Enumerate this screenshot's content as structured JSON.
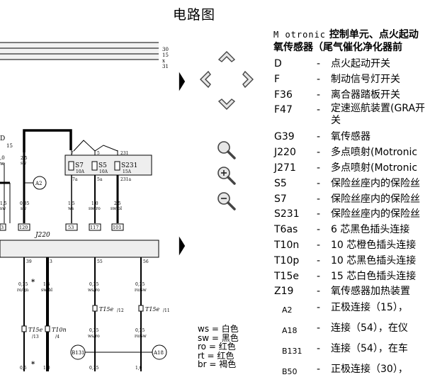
{
  "title": "电路图",
  "legend_title_prefix": "M otronic",
  "legend_title_rest": " 控制单元、点火起动",
  "legend_title_line2": "氧传感器（尾气催化净化器前",
  "legend": [
    {
      "code": "D",
      "desc": "点火起动开关"
    },
    {
      "code": "F",
      "desc": "制动信号灯开关"
    },
    {
      "code": "F36",
      "desc": "离合器踏板开关"
    },
    {
      "code": "F47",
      "desc": "定速巡航装置(GRA开关"
    },
    {
      "code": "G39",
      "desc": "氧传感器"
    },
    {
      "code": "J220",
      "desc": "多点喷射(Motronic"
    },
    {
      "code": "J271",
      "desc": "多点喷射(Motronic"
    },
    {
      "code": "S5",
      "desc": "保险丝座内的保险丝"
    },
    {
      "code": "S7",
      "desc": "保险丝座内的保险丝"
    },
    {
      "code": "S231",
      "desc": "保险丝座内的保险丝"
    },
    {
      "code": "T6as",
      "desc": "6 芯黑色插头连接"
    },
    {
      "code": "T10n",
      "desc": "10 芯橙色插头连接"
    },
    {
      "code": "T10p",
      "desc": "10 芯黑色插头连接"
    },
    {
      "code": "T15e",
      "desc": "15 芯白色插头连接"
    },
    {
      "code": "Z19",
      "desc": "氧传感器加热装置"
    },
    {
      "code": "A2",
      "desc": "正极连接（15），"
    },
    {
      "code": "A18",
      "desc": "连接（54），在仪"
    },
    {
      "code": "B131",
      "desc": "连接（54），在车"
    },
    {
      "code": "B50",
      "desc": "正极连接（30），"
    }
  ],
  "color_codes": [
    "ws = 白色",
    "sw = 黑色",
    "ro = 红色",
    "rt = 红色",
    "br = 褐色"
  ],
  "diagram": {
    "bus_labels": [
      "30",
      "15",
      "x",
      "31"
    ],
    "left_labels": {
      "d": "D",
      "d15": "15",
      "w": "w",
      "t0": ",0"
    },
    "fuses": [
      {
        "name": "S7",
        "amp": "10A",
        "top": "7",
        "bottom": "7a"
      },
      {
        "name": "S5",
        "amp": "10A",
        "top": "5",
        "bottom": "5a"
      },
      {
        "name": "S231",
        "amp": "15A",
        "top": "231",
        "bottom": "231a"
      }
    ],
    "upper_wires": [
      {
        "size": "2,5",
        "color": "sw"
      },
      {
        "size": "0,35",
        "color": "sw"
      },
      {
        "size": "1,5",
        "color": "ws"
      },
      {
        "size": "1,0",
        "color": "sw/ro"
      },
      {
        "size": "2,5",
        "color": "sw/bl"
      },
      {
        "size": "1,5",
        "color": "sw"
      }
    ],
    "upper_pins": [
      "3",
      "120",
      "53",
      "117",
      "101"
    ],
    "connector_a2": "A2",
    "ecu": "J220",
    "lower_pins": [
      "39",
      "3",
      "55",
      "56"
    ],
    "lower_wires": [
      {
        "size": "0,35",
        "color": "ro/gn"
      },
      {
        "size": "1,5",
        "color": "sw/bl"
      },
      {
        "size": "0,35",
        "color": "ws/ro"
      },
      {
        "size": "0,35",
        "color": "ro/sw"
      },
      {
        "size": "0,35",
        "color": "ws/ro"
      },
      {
        "size": "0,35",
        "color": "ro/sw"
      }
    ],
    "lower_bottom": [
      "0,5",
      "1,0",
      "0,35",
      "1,0"
    ],
    "plugs": [
      {
        "name": "T15e",
        "pin": "/13"
      },
      {
        "name": "T10n",
        "pin": "/4"
      },
      {
        "name": "T15e",
        "pin": "/12"
      },
      {
        "name": "T15e",
        "pin": "/11"
      }
    ],
    "connectors": [
      "B131",
      "A18"
    ],
    "star": "*"
  },
  "controls": [
    "up-arrow-icon",
    "left-arrow-icon",
    "right-arrow-icon",
    "down-arrow-icon",
    "zoom-fit-icon",
    "zoom-in-icon",
    "zoom-out-icon",
    "page-next-icon"
  ],
  "colors": {
    "ink": "#000000",
    "button_fill": "#e6e6e6",
    "button_stroke": "#444444"
  }
}
